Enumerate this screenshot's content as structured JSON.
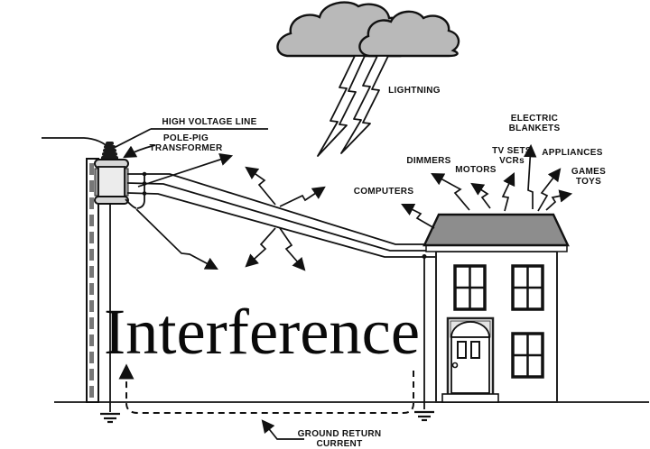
{
  "diagram_title": "Interference",
  "labels": {
    "high_voltage_line": "HIGH VOLTAGE LINE",
    "pole_pig_line1": "POLE-PIG",
    "pole_pig_line2": "TRANSFORMER",
    "lightning": "LIGHTNING",
    "ground_return_line1": "GROUND RETURN",
    "ground_return_line2": "CURRENT"
  },
  "interference_sources": {
    "computers": "COMPUTERS",
    "dimmers": "DIMMERS",
    "motors": "MOTORS",
    "tv_sets_line1": "TV SETS",
    "tv_sets_line2": "VCRs",
    "electric_blankets_line1": "ELECTRIC",
    "electric_blankets_line2": "BLANKETS",
    "appliances": "APPLIANCES",
    "games_toys_line1": "GAMES",
    "games_toys_line2": "TOYS"
  },
  "colors": {
    "cloud_fill": "#b9b9b9",
    "roof_fill": "#8d8d8d",
    "transformer_body_fill": "#ececec",
    "transformer_cap_fill": "#d6d6d6",
    "door_arch_fill": "#e4e4e4",
    "line_color": "#111111",
    "background": "#ffffff"
  }
}
